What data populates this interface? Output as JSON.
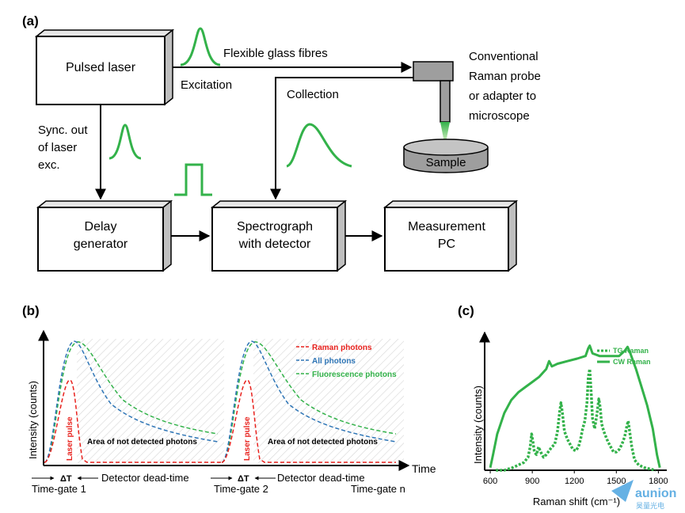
{
  "panel_a": {
    "label": "(a)",
    "boxes": {
      "pulsed_laser": "Pulsed laser",
      "delay_line1": "Delay",
      "delay_line2": "generator",
      "spec_line1": "Spectrograph",
      "spec_line2": "with detector",
      "pc_line1": "Measurement",
      "pc_line2": "PC"
    },
    "labels": {
      "fibres": "Flexible glass fibres",
      "excitation": "Excitation",
      "collection": "Collection",
      "sync1": "Sync. out",
      "sync2": "of laser",
      "sync3": "exc.",
      "probe1": "Conventional",
      "probe2": "Raman probe",
      "probe3": "or adapter to",
      "probe4": "microscope",
      "sample": "Sample"
    }
  },
  "panel_b": {
    "label": "(b)",
    "ylabel": "Intensity (counts)",
    "xlabel": "Time",
    "legend": [
      {
        "name": "Raman photons",
        "color": "#e8211d"
      },
      {
        "name": "All photons",
        "color": "#2e75b6"
      },
      {
        "name": "Fluorescence photons",
        "color": "#33b24a"
      }
    ],
    "laser_pulse": "Laser pulse",
    "area_text": "Area of not detected photons",
    "delta": "ΔT",
    "dead_time": "Detector dead-time",
    "gate1": "Time-gate 1",
    "gate2": "Time-gate 2",
    "gaten": "Time-gate n"
  },
  "panel_c": {
    "label": "(c)",
    "chart_data": {
      "type": "line",
      "xlabel": "Raman shift (cm⁻¹)",
      "ylabel": "Intensity (counts)",
      "xlim": [
        560,
        1860
      ],
      "ylim": [
        0,
        1
      ],
      "xticks": [
        "600",
        "900",
        "1200",
        "1500",
        "1800"
      ],
      "series": [
        {
          "name": "TG Raman",
          "style": "dotted",
          "color": "#33b24a",
          "x": [
            640,
            700,
            760,
            800,
            840,
            870,
            885,
            895,
            905,
            915,
            930,
            945,
            960,
            980,
            1000,
            1020,
            1040,
            1060,
            1080,
            1095,
            1105,
            1115,
            1130,
            1150,
            1170,
            1190,
            1210,
            1230,
            1245,
            1260,
            1275,
            1290,
            1300,
            1310,
            1320,
            1330,
            1345,
            1360,
            1375,
            1385,
            1395,
            1410,
            1425,
            1440,
            1460,
            1480,
            1500,
            1520,
            1540,
            1560,
            1575,
            1585,
            1595,
            1610,
            1630,
            1660,
            1700,
            1740,
            1780
          ],
          "y": [
            0.0,
            0.0,
            0.02,
            0.04,
            0.06,
            0.1,
            0.18,
            0.28,
            0.22,
            0.14,
            0.12,
            0.18,
            0.14,
            0.1,
            0.12,
            0.15,
            0.18,
            0.2,
            0.3,
            0.45,
            0.52,
            0.44,
            0.3,
            0.24,
            0.2,
            0.16,
            0.15,
            0.18,
            0.24,
            0.32,
            0.38,
            0.52,
            0.72,
            0.78,
            0.6,
            0.4,
            0.32,
            0.42,
            0.55,
            0.48,
            0.36,
            0.3,
            0.26,
            0.22,
            0.18,
            0.14,
            0.14,
            0.16,
            0.2,
            0.26,
            0.34,
            0.38,
            0.3,
            0.18,
            0.08,
            0.04,
            0.02,
            0.01,
            0.0
          ]
        },
        {
          "name": "CW Raman",
          "style": "solid",
          "color": "#33b24a",
          "x": [
            600,
            620,
            650,
            700,
            750,
            800,
            850,
            900,
            950,
            1000,
            1020,
            1040,
            1080,
            1150,
            1220,
            1280,
            1300,
            1310,
            1330,
            1380,
            1450,
            1520,
            1560,
            1580,
            1600,
            1640,
            1680,
            1720,
            1760,
            1790,
            1810
          ],
          "y": [
            0.02,
            0.12,
            0.28,
            0.44,
            0.54,
            0.6,
            0.64,
            0.68,
            0.72,
            0.78,
            0.84,
            0.8,
            0.82,
            0.84,
            0.86,
            0.88,
            0.94,
            0.96,
            0.9,
            0.88,
            0.88,
            0.88,
            0.92,
            0.95,
            0.9,
            0.78,
            0.64,
            0.5,
            0.32,
            0.12,
            0.02
          ]
        }
      ]
    }
  },
  "watermark": {
    "brand": "aunion",
    "sub": "昊量光电"
  }
}
